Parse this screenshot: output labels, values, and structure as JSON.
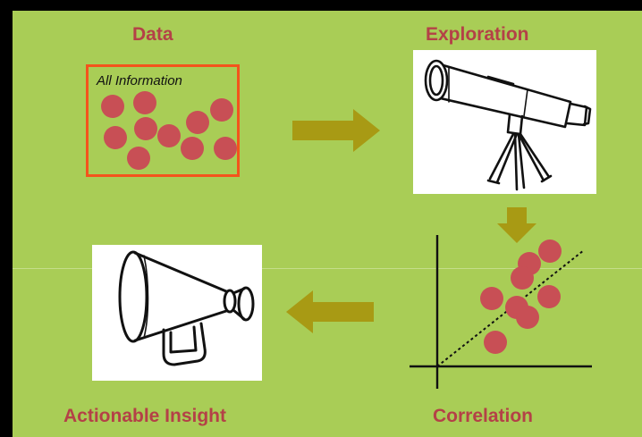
{
  "steps": {
    "data": "Data",
    "exploration": "Exploration",
    "correlation": "Correlation",
    "insight": "Actionable Insight"
  },
  "data_box": {
    "caption": "All Information"
  },
  "icons": {
    "exploration": "telescope-icon",
    "insight": "megaphone-icon",
    "correlation": "scatter-plot-icon"
  },
  "colors": {
    "background": "#a9cd56",
    "frame": "#000000",
    "label": "#b44147",
    "dot": "#c84f55",
    "box_border": "#f4541c",
    "arrow": "#a89a14"
  }
}
